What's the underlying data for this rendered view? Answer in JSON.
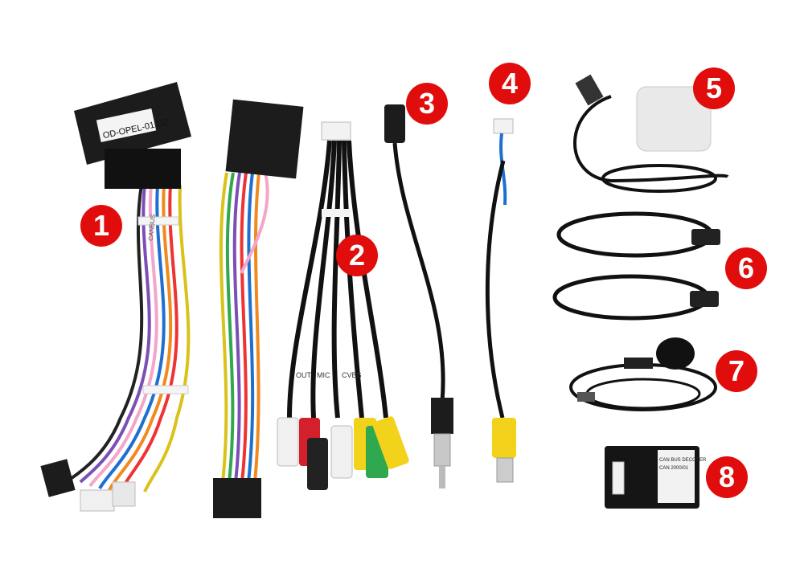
{
  "labels": {
    "harness_connector": "OD-OPEL-01 DZ",
    "harness_tag": "CANBUS",
    "rca_tags": [
      "OUT",
      "MIC",
      "CVBS"
    ],
    "decoder_lines": [
      "CAN BUS DECODER",
      "CAN 2000/01"
    ]
  },
  "badges": [
    "1",
    "2",
    "3",
    "4",
    "5",
    "6",
    "7",
    "8"
  ],
  "colors": {
    "badge": "#e10c0c",
    "connector": "#1c1c1c",
    "rca_red": "#d4202a",
    "rca_yellow": "#f2d21a",
    "rca_white": "#f0f0f0",
    "rca_green": "#2fa84f"
  }
}
